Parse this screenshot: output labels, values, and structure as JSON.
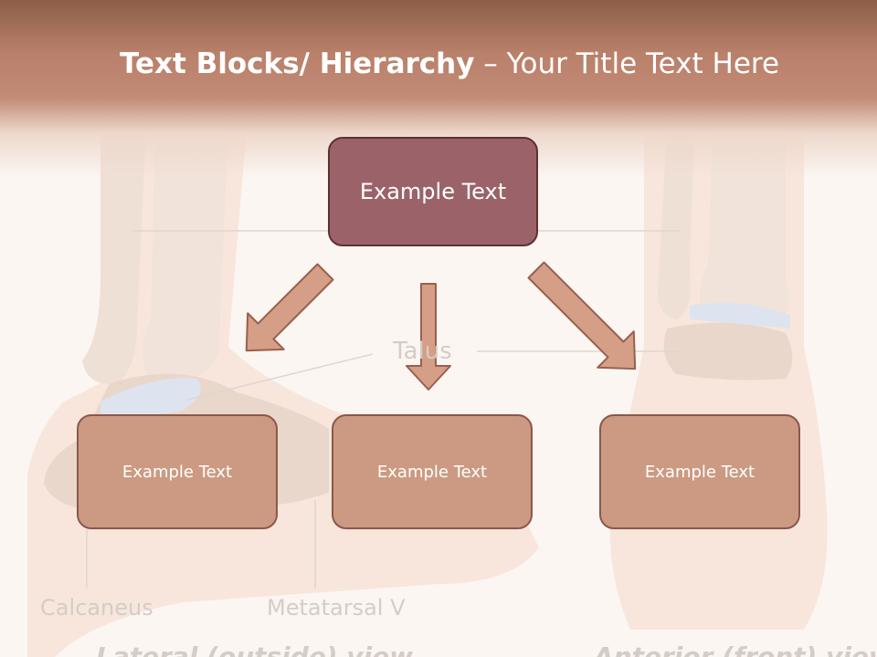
{
  "header": {
    "title_bold": "Text Blocks/ Hierarchy",
    "title_sep": " – ",
    "title_rest": "Your Title Text Here"
  },
  "hierarchy": {
    "root": "Example Text",
    "children": [
      "Example Text",
      "Example Text",
      "Example Text"
    ]
  },
  "illustration": {
    "labels": {
      "talus": "Talus",
      "calcaneus": "Calcaneus",
      "metatarsal": "Metatarsal V",
      "lateral_view": "Lateral (outside) view",
      "anterior_view": "Anterior (front) view"
    }
  },
  "colors": {
    "root_fill": "#9b6369",
    "child_fill": "#cc9a82",
    "arrow_fill": "#d49f86",
    "arrow_stroke": "#9a5f4c",
    "title_bar": "#b9806a"
  }
}
